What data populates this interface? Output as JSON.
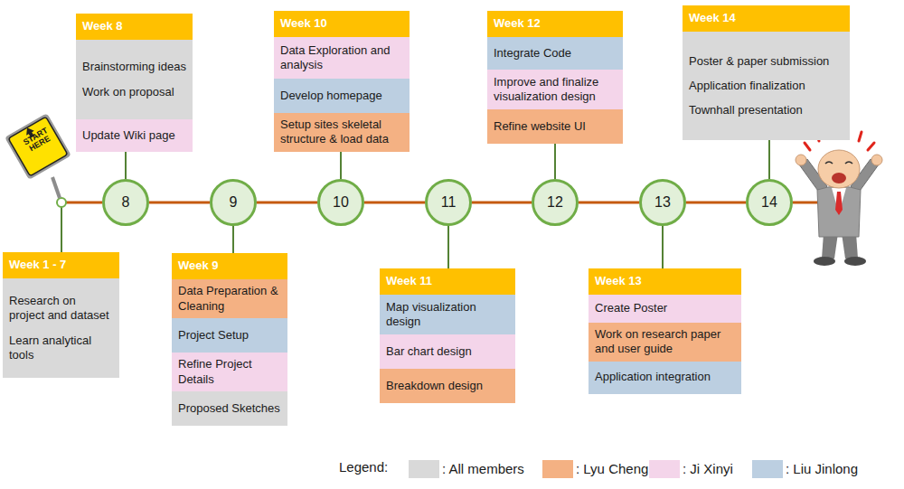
{
  "diagram": {
    "nodes": [
      {
        "text": [
          "Week 1 - 7"
        ]
      },
      {
        "text": [
          "Research on project and dataset",
          "Learn analytical tools"
        ],
        "in": 0
      },
      {
        "text": [
          "Week 8"
        ]
      },
      {
        "text": [
          "Brainstorming ideas",
          "Work on proposal"
        ],
        "in": 2
      },
      {
        "text": [
          "Update Wiki page"
        ],
        "in": 2
      },
      {
        "text": [
          "8"
        ]
      },
      {
        "text": [
          "Week 9"
        ]
      },
      {
        "text": [
          "Data Preparation & Cleaning"
        ],
        "in": 6
      },
      {
        "text": [
          "Project Setup"
        ],
        "in": 6
      },
      {
        "text": [
          "Refine Project Details"
        ],
        "in": 6
      },
      {
        "text": [
          "Proposed Sketches"
        ],
        "in": 6
      },
      {
        "text": [
          "9"
        ]
      },
      {
        "text": [
          "Week 10"
        ]
      },
      {
        "text": [
          "Data Exploration and analysis"
        ],
        "in": 12
      },
      {
        "text": [
          "Develop homepage"
        ],
        "in": 12
      },
      {
        "text": [
          "Setup sites skeletal structure & load data"
        ],
        "in": 12
      },
      {
        "text": [
          "10"
        ]
      },
      {
        "text": [
          "Week 11"
        ]
      },
      {
        "text": [
          "Map visualization design"
        ],
        "in": 17
      },
      {
        "text": [
          "Bar chart design"
        ],
        "in": 17
      },
      {
        "text": [
          "Breakdown design"
        ],
        "in": 17
      },
      {
        "text": [
          "11"
        ]
      },
      {
        "text": [
          "Week 12"
        ]
      },
      {
        "text": [
          "Integrate Code"
        ],
        "in": 22
      },
      {
        "text": [
          "Improve and finalize visualization design"
        ],
        "in": 22
      },
      {
        "text": [
          "Refine website UI"
        ],
        "in": 22
      },
      {
        "text": [
          "12"
        ]
      },
      {
        "text": [
          "Week 13"
        ]
      },
      {
        "text": [
          "Create Poster"
        ],
        "in": 27
      },
      {
        "text": [
          "Work on research paper and user guide"
        ],
        "in": 27
      },
      {
        "text": [
          "Application integration"
        ],
        "in": 27
      },
      {
        "text": [
          "13"
        ]
      },
      {
        "text": [
          "Week 14"
        ]
      },
      {
        "text": [
          "Poster & paper submission",
          "Application finalization",
          "Townhall presentation"
        ],
        "in": 32
      },
      {
        "text": [
          "14"
        ]
      }
    ],
    "edges": [
      {
        "from": 5,
        "to": 11,
        "arrow": "none"
      },
      {
        "from": 11,
        "to": 16,
        "arrow": "none"
      },
      {
        "from": 16,
        "to": 21,
        "arrow": "none"
      },
      {
        "from": 21,
        "to": 26,
        "arrow": "none"
      },
      {
        "from": 26,
        "to": 31,
        "arrow": "none"
      },
      {
        "from": 31,
        "to": 34,
        "arrow": "none"
      },
      {
        "from": 5,
        "to": 2,
        "arrow": "none"
      },
      {
        "from": 11,
        "to": 6,
        "arrow": "none"
      },
      {
        "from": 16,
        "to": 12,
        "arrow": "none"
      },
      {
        "from": 21,
        "to": 17,
        "arrow": "none"
      },
      {
        "from": 26,
        "to": 22,
        "arrow": "none"
      },
      {
        "from": 31,
        "to": 27,
        "arrow": "none"
      },
      {
        "from": 34,
        "to": 32,
        "arrow": "none"
      }
    ],
    "labels": [
      "START HERE",
      "Legend:"
    ],
    "legend": [
      {
        "text": ": All members",
        "color": "#d9d9d9"
      },
      {
        "text": ": Lyu Cheng",
        "color": "#f4b183"
      },
      {
        "text": ": Ji Xinyi",
        "color": "#f4d5ea"
      },
      {
        "text": ": Liu Jinlong",
        "color": "#bccfe1"
      }
    ]
  }
}
